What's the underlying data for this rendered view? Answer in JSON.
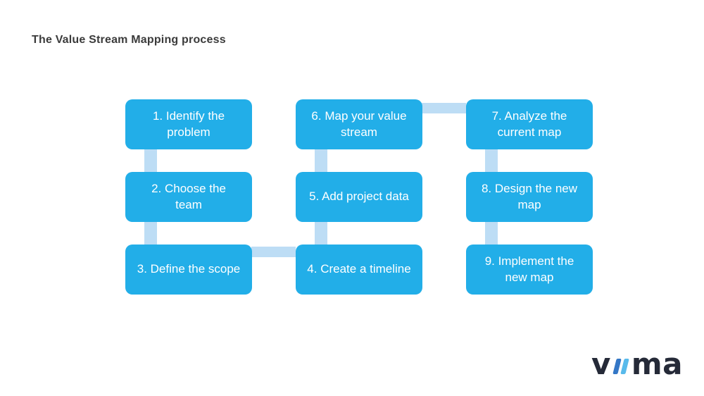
{
  "title": "The Value Stream Mapping process",
  "diagram": {
    "type": "flowchart",
    "box_color": "#22aee8",
    "connector_color": "#bdddf5",
    "box_text_color": "#ffffff",
    "boxes": [
      {
        "id": 1,
        "label": "1. Identify the problem",
        "col": 1,
        "row": 1
      },
      {
        "id": 2,
        "label": "2. Choose the team",
        "col": 1,
        "row": 2
      },
      {
        "id": 3,
        "label": "3. Define the scope",
        "col": 1,
        "row": 3
      },
      {
        "id": 4,
        "label": "4. Create a timeline",
        "col": 2,
        "row": 3
      },
      {
        "id": 5,
        "label": "5. Add project data",
        "col": 2,
        "row": 2
      },
      {
        "id": 6,
        "label": "6. Map your value stream",
        "col": 2,
        "row": 1
      },
      {
        "id": 7,
        "label": "7. Analyze the current map",
        "col": 3,
        "row": 1
      },
      {
        "id": 8,
        "label": "8. Design the new map",
        "col": 3,
        "row": 2
      },
      {
        "id": 9,
        "label": "9. Implement the new map",
        "col": 3,
        "row": 3
      }
    ],
    "connections": [
      {
        "from": 1,
        "to": 2,
        "direction": "down"
      },
      {
        "from": 2,
        "to": 3,
        "direction": "down"
      },
      {
        "from": 3,
        "to": 4,
        "direction": "right"
      },
      {
        "from": 4,
        "to": 5,
        "direction": "up"
      },
      {
        "from": 5,
        "to": 6,
        "direction": "up"
      },
      {
        "from": 6,
        "to": 7,
        "direction": "right"
      },
      {
        "from": 7,
        "to": 8,
        "direction": "down"
      },
      {
        "from": 8,
        "to": 9,
        "direction": "down"
      }
    ]
  },
  "logo": {
    "text_prefix": "v",
    "text_suffix": "ma",
    "name": "viima",
    "dark_color": "#252a38",
    "slash1_color": "#3477c6",
    "slash2_color": "#58baeb"
  }
}
